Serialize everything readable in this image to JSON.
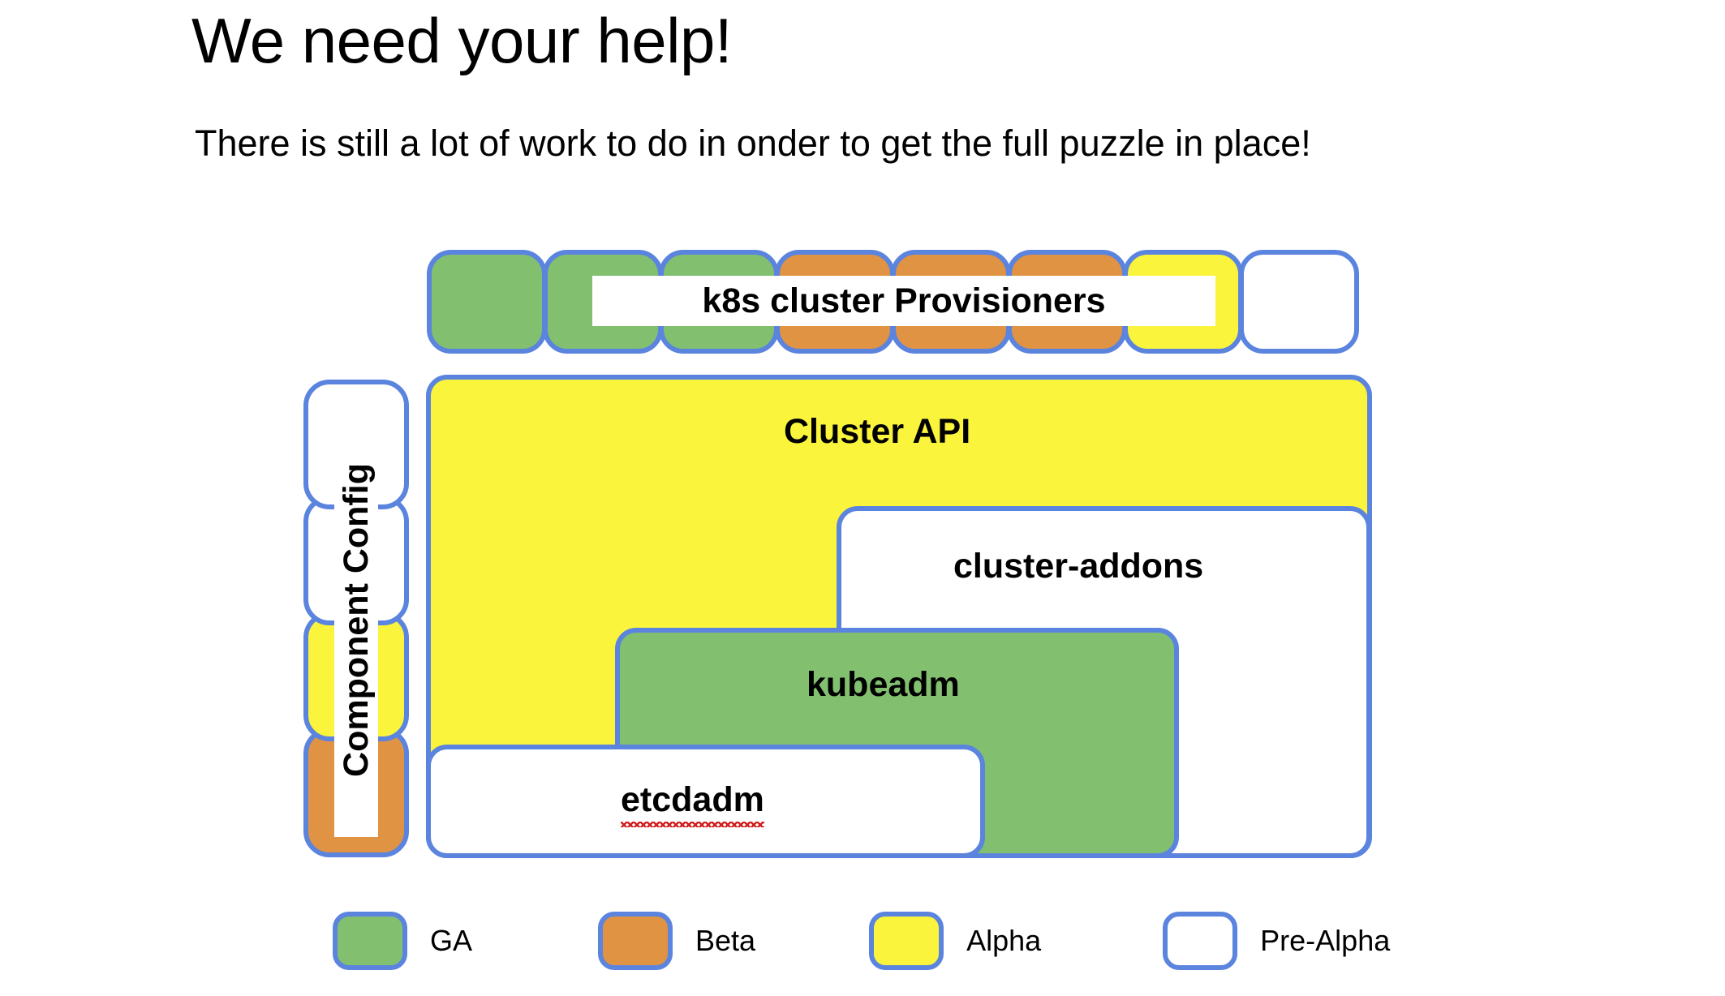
{
  "slide": {
    "title": "We need your help!",
    "subtitle": "There is still a lot of work to do in onder to get the full puzzle in place!"
  },
  "colors": {
    "border": "#5b84de",
    "ga": "#82c070",
    "beta": "#e19344",
    "alpha": "#fbf43d",
    "pre_alpha": "#ffffff",
    "spellcheck_underline": "#d02020"
  },
  "provisioners": {
    "label": "k8s cluster Provisioners",
    "boxes": [
      {
        "status": "ga"
      },
      {
        "status": "ga"
      },
      {
        "status": "ga"
      },
      {
        "status": "beta"
      },
      {
        "status": "beta"
      },
      {
        "status": "beta"
      },
      {
        "status": "alpha"
      },
      {
        "status": "pre"
      }
    ]
  },
  "component_config": {
    "label": "Component Config",
    "boxes": [
      {
        "status": "pre"
      },
      {
        "status": "pre"
      },
      {
        "status": "alpha"
      },
      {
        "status": "beta"
      }
    ]
  },
  "puzzle": {
    "cluster_api": {
      "label": "Cluster API",
      "status": "alpha"
    },
    "cluster_addons": {
      "label": "cluster-addons",
      "status": "pre"
    },
    "kubeadm": {
      "label": "kubeadm",
      "status": "ga"
    },
    "etcdadm": {
      "label": "etcdadm",
      "status": "pre",
      "misspelled": true
    }
  },
  "legend": {
    "items": [
      {
        "label": "GA",
        "status": "ga"
      },
      {
        "label": "Beta",
        "status": "beta"
      },
      {
        "label": "Alpha",
        "status": "alpha"
      },
      {
        "label": "Pre-Alpha",
        "status": "pre"
      }
    ]
  }
}
